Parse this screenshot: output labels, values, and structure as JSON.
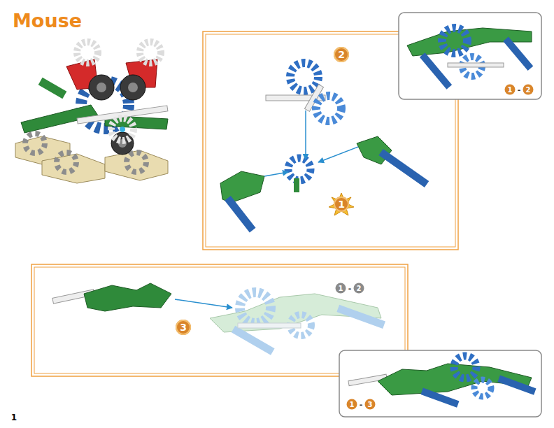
{
  "diagram": {
    "title": "Mouse",
    "labels": [
      "2",
      "1",
      "1",
      "-",
      "2",
      "3",
      "1",
      "-",
      "2",
      "1",
      "-",
      "3",
      "1"
    ]
  }
}
